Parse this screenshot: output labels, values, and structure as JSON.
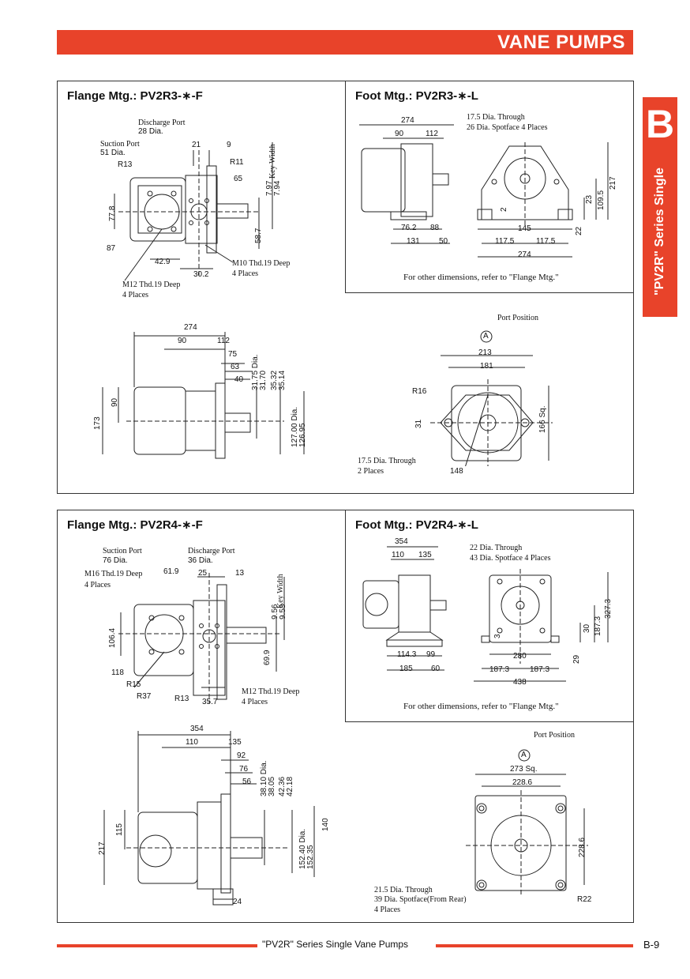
{
  "header": {
    "title": "VANE PUMPS"
  },
  "side_tab": {
    "letter": "B",
    "text": "\"PV2R\" Series Single"
  },
  "top_section": {
    "flange_title": "Flange Mtg.: PV2R3-∗-F",
    "foot_title": "Foot Mtg.: PV2R3-∗-L",
    "flange_labels": {
      "discharge_port": "Discharge Port",
      "discharge_dia": "28 Dia.",
      "suction_port": "Suction Port",
      "suction_dia": "51 Dia.",
      "r13": "R13",
      "d21": "21",
      "d9": "9",
      "r11": "R11",
      "d65": "65",
      "key_width": "Key Width",
      "kw1": "7.97",
      "kw2": "7.94",
      "d77_8": "77.8",
      "d58_7": "58.7",
      "d87": "87",
      "d42_9": "42.9",
      "d30_2": "30.2",
      "m10": "M10 Thd.19 Deep",
      "m10_places": "4 Places",
      "m12": "M12 Thd.19 Deep",
      "m12_places": "4 Places"
    },
    "foot_labels": {
      "d274": "274",
      "d90": "90",
      "d112": "112",
      "through": "17.5 Dia. Through",
      "spotface": "26 Dia. Spotface 4 Places",
      "d217": "217",
      "d109_5": "109.5",
      "d23": "23",
      "d2": "2",
      "d22": "22",
      "d76_2": "76.2",
      "d88": "88",
      "d131": "131",
      "d50": "50",
      "d145": "145",
      "d117_5a": "117.5",
      "d117_5b": "117.5",
      "d274b": "274",
      "note": "For other dimensions, refer to \"Flange Mtg.\""
    },
    "side_labels": {
      "d274": "274",
      "d90": "90",
      "d112": "112",
      "d75": "75",
      "d63": "63",
      "d40": "40",
      "d31_75": "31.75 Dia.",
      "d31_70": "31.70",
      "d35_32": "35.32",
      "d35_14": "35.14",
      "d127": "127.00 Dia.",
      "d126_95": "126.95",
      "d173": "173",
      "d90v": "90"
    },
    "front_labels": {
      "port_position": "Port Position",
      "a": "A",
      "d213": "213",
      "d181": "181",
      "r16": "R16",
      "d31": "31",
      "d166": "166 Sq.",
      "through": "17.5 Dia. Through",
      "places": "2 Places",
      "d148": "148"
    }
  },
  "bottom_section": {
    "flange_title": "Flange Mtg.: PV2R4-∗-F",
    "foot_title": "Foot Mtg.: PV2R4-∗-L",
    "flange_labels": {
      "suction_port": "Suction Port",
      "suction_dia": "76 Dia.",
      "discharge_port": "Discharge Port",
      "discharge_dia": "36 Dia.",
      "m16": "M16 Thd.19 Deep",
      "m16_places": "4 Places",
      "d61_9": "61.9",
      "d25": "25",
      "d13": "13",
      "key_width": "Key Width",
      "kw1": "9.56",
      "kw2": "9.53",
      "d106_4": "106.4",
      "d69_9": "69.9",
      "d118": "118",
      "r15": "R15",
      "r37": "R37",
      "r13": "R13",
      "d35_7": "35.7",
      "m12": "M12 Thd.19 Deep",
      "m12_places": "4 Places"
    },
    "foot_labels": {
      "d354": "354",
      "d110": "110",
      "d135": "135",
      "through": "22 Dia. Through",
      "spotface": "43 Dia. Spotface 4 Places",
      "d327_3": "327.3",
      "d187_3v": "187.3",
      "d30": "30",
      "d3": "3",
      "d29": "29",
      "d114_3": "114.3",
      "d99": "99",
      "d185": "185",
      "d60": "60",
      "d280": "280",
      "d187_3a": "187.3",
      "d187_3b": "187.3",
      "d438": "438",
      "note": "For other dimensions, refer to \"Flange Mtg.\""
    },
    "side_labels": {
      "d354": "354",
      "d110": "110",
      "d135": "135",
      "d92": "92",
      "d76": "76",
      "d56": "56",
      "d38_10": "38.10 Dia.",
      "d38_05": "38.05",
      "d42_36": "42.36",
      "d42_18": "42.18",
      "d152_40": "152.40 Dia.",
      "d152_35": "152.35",
      "d140": "140",
      "d217": "217",
      "d115": "115",
      "d24": "24"
    },
    "front_labels": {
      "port_position": "Port Position",
      "a": "A",
      "d273": "273 Sq.",
      "d228_6": "228.6",
      "d228_6v": "228.6",
      "through": "21.5 Dia. Through",
      "spotface": "39 Dia. Spotface(From Rear)",
      "places": "4 Places",
      "r22": "R22"
    }
  },
  "footer": {
    "text": "\"PV2R\" Series Single Vane Pumps",
    "page": "B-9"
  }
}
